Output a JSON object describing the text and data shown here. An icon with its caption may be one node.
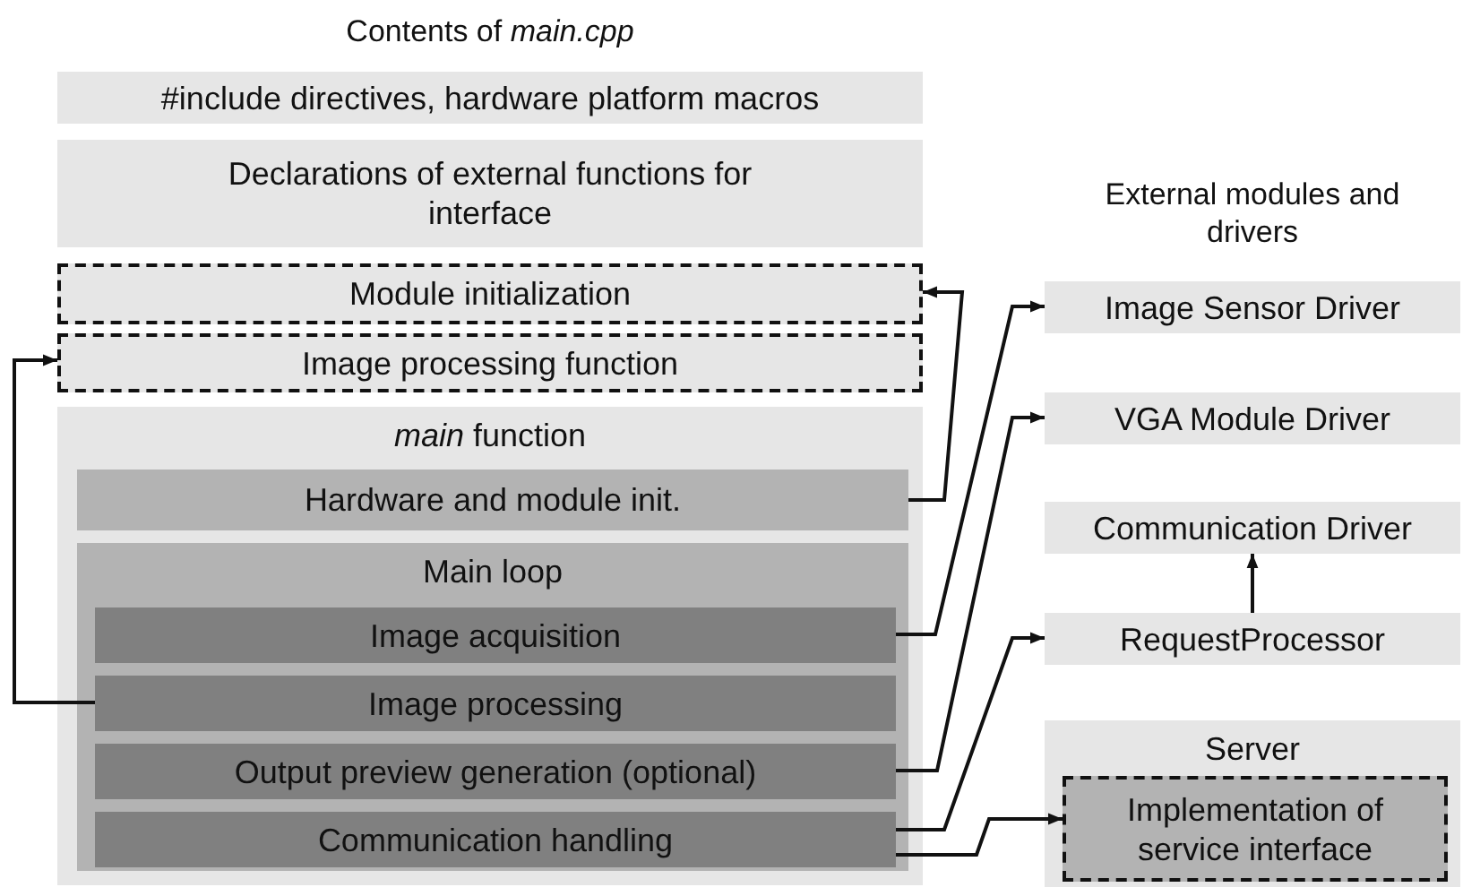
{
  "diagram": {
    "title": "Contents of *main.cpp*",
    "nodes": [
      {
        "text": [
          "#include directives, hardware platform macros"
        ]
      },
      {
        "text": [
          "Declarations of external functions for interface"
        ]
      },
      {
        "text": [
          "Module initialization"
        ]
      },
      {
        "text": [
          "Image processing function"
        ]
      },
      {
        "text": [
          "*main* function"
        ]
      },
      {
        "text": [
          "Hardware and module init."
        ],
        "in": 4
      },
      {
        "text": [
          "Main loop"
        ],
        "in": 4
      },
      {
        "text": [
          "Image acquisition"
        ],
        "in": 6
      },
      {
        "text": [
          "Image processing"
        ],
        "in": 6
      },
      {
        "text": [
          "Output preview generation (optional)"
        ],
        "in": 6
      },
      {
        "text": [
          "Communication handling"
        ],
        "in": 6
      },
      {
        "text": [
          "Image Sensor Driver"
        ]
      },
      {
        "text": [
          "VGA Module Driver"
        ]
      },
      {
        "text": [
          "Communication Driver"
        ]
      },
      {
        "text": [
          "RequestProcessor"
        ]
      },
      {
        "text": [
          "Server"
        ]
      },
      {
        "text": [
          "Implementation of service interface"
        ],
        "in": 15
      }
    ],
    "edges": [
      {
        "from": 5,
        "to": 2,
        "arrow": "to"
      },
      {
        "from": 8,
        "to": 3,
        "arrow": "to"
      },
      {
        "from": 7,
        "to": 11,
        "arrow": "to"
      },
      {
        "from": 9,
        "to": 12,
        "arrow": "to"
      },
      {
        "from": 10,
        "to": 14,
        "arrow": "to"
      },
      {
        "from": 10,
        "to": 16,
        "arrow": "to"
      },
      {
        "from": 14,
        "to": 13,
        "arrow": "to"
      }
    ],
    "labels": [
      "External modules and drivers"
    ]
  }
}
